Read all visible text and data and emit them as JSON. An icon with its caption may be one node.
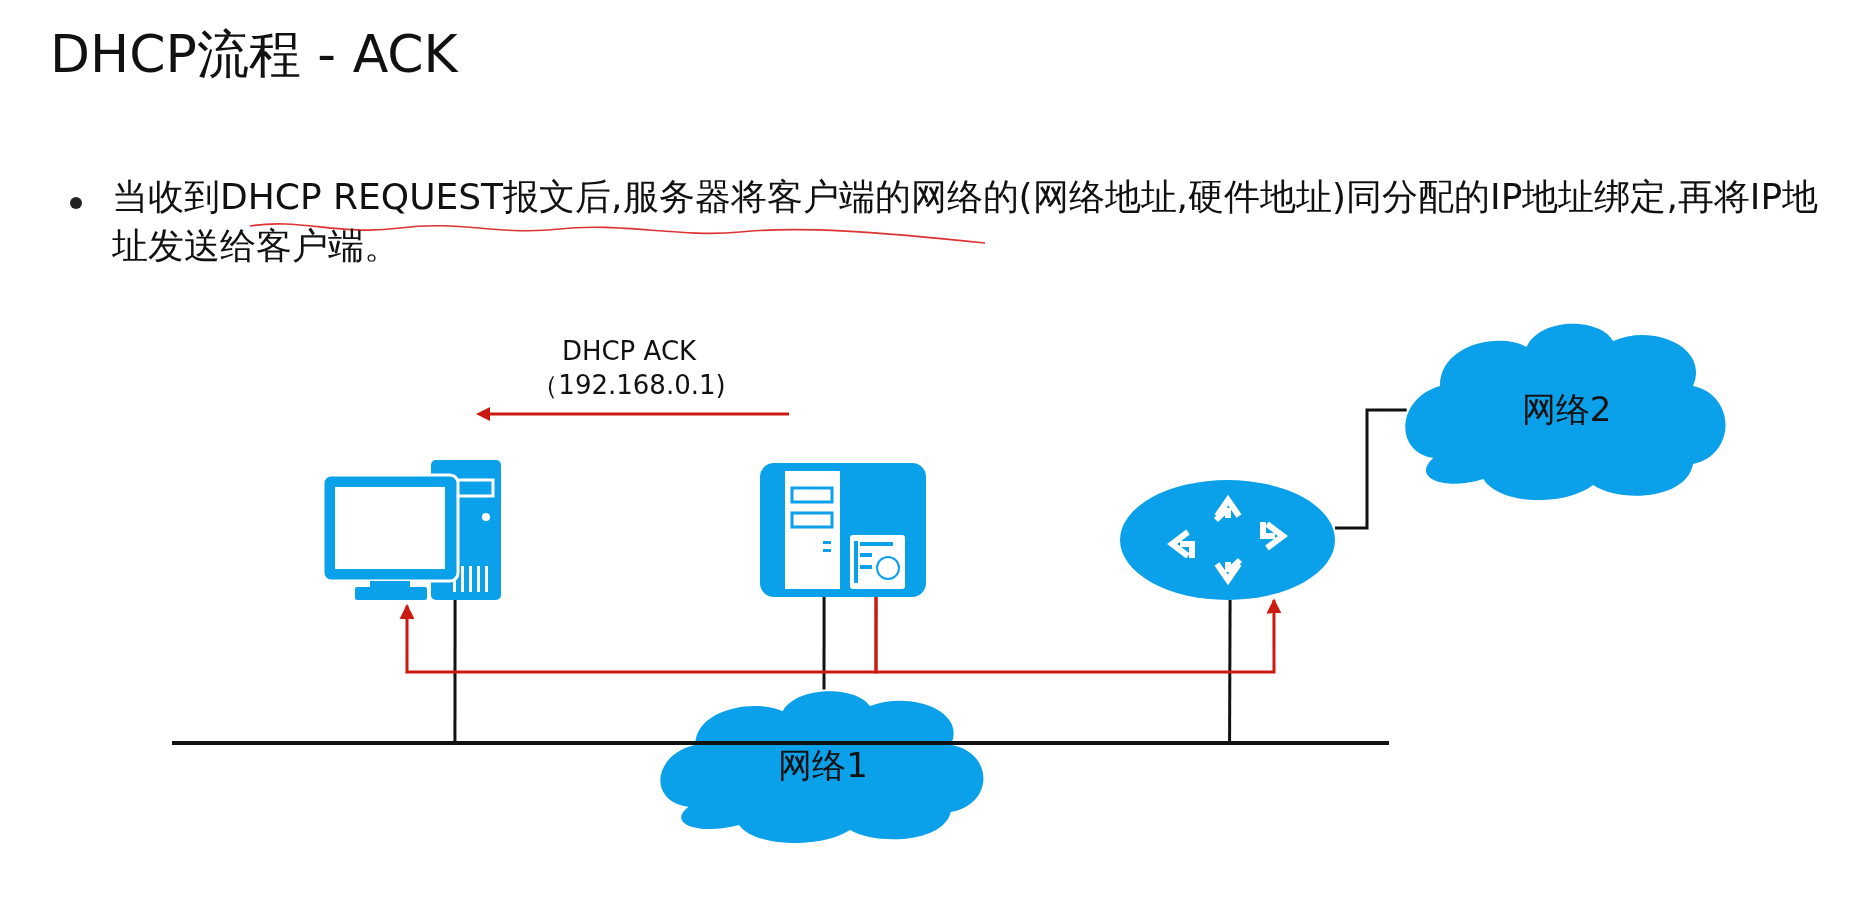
{
  "diagram": {
    "title": "DHCP流程 - ACK",
    "nodes": [
      {
        "text": [],
        "shape": "computer"
      },
      {
        "text": [],
        "shape": "server"
      },
      {
        "text": [],
        "shape": "router"
      },
      {
        "text": [
          "网络2"
        ]
      },
      {
        "text": [
          "网络1"
        ]
      },
      {
        "text": [],
        "shape": "bar"
      }
    ],
    "edges": [
      {
        "from": 0,
        "to": 5,
        "arrow": "none"
      },
      {
        "from": 1,
        "to": 4,
        "arrow": "none"
      },
      {
        "from": 2,
        "to": 5,
        "arrow": "none"
      },
      {
        "from": 2,
        "to": 3,
        "arrow": "none"
      },
      {
        "from": 1,
        "to": 0,
        "arrow": "to",
        "color": "#cc1a10"
      },
      {
        "from": 1,
        "to": 2,
        "arrow": "to",
        "color": "#cc1a10"
      }
    ],
    "labels": [
      "当收到DHCP REQUEST报文后,服务器将客户端的网络的(网络地址,硬件地址)同分配的IP地址绑定,再将IP地址发送给客户端。",
      "DHCP ACK",
      "（192.168.0.1)"
    ]
  }
}
